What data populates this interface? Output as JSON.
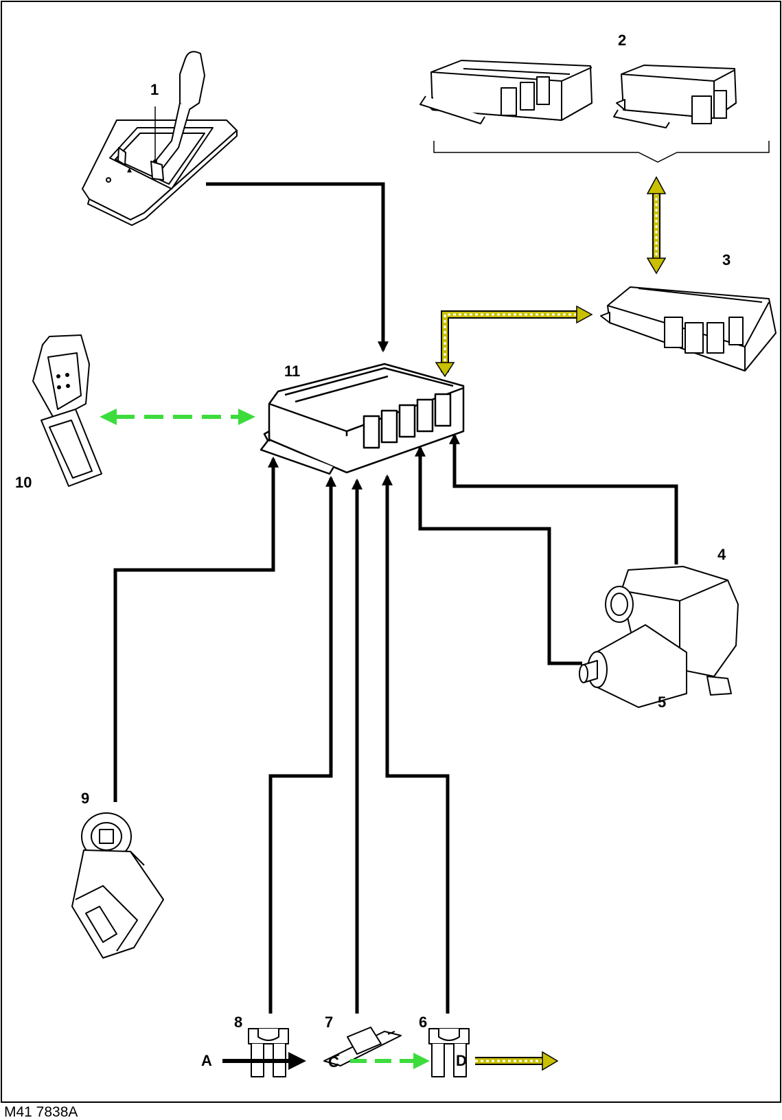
{
  "reference": "M41 7838A",
  "components": [
    {
      "number": "1",
      "kind": "gear selector"
    },
    {
      "number": "2",
      "kind": "control module pair"
    },
    {
      "number": "3",
      "kind": "control module"
    },
    {
      "number": "4",
      "kind": "actuator"
    },
    {
      "number": "5",
      "kind": "motor"
    },
    {
      "number": "6",
      "kind": "fuse"
    },
    {
      "number": "7",
      "kind": "fusible link"
    },
    {
      "number": "8",
      "kind": "fuse"
    },
    {
      "number": "9",
      "kind": "ignition switch"
    },
    {
      "number": "10",
      "kind": "diagnostic connector"
    },
    {
      "number": "11",
      "kind": "central control module"
    }
  ],
  "legend": [
    {
      "key": "A",
      "line_style": "solid",
      "color": "#000000"
    },
    {
      "key": "C",
      "line_style": "dashed",
      "color": "#3ddc3d"
    },
    {
      "key": "D",
      "line_style": "dotted-band",
      "color": "#c8c000"
    }
  ],
  "colors": {
    "hardwired": "#000000",
    "diagnostic": "#3ddc3d",
    "network": "#c8c000"
  }
}
